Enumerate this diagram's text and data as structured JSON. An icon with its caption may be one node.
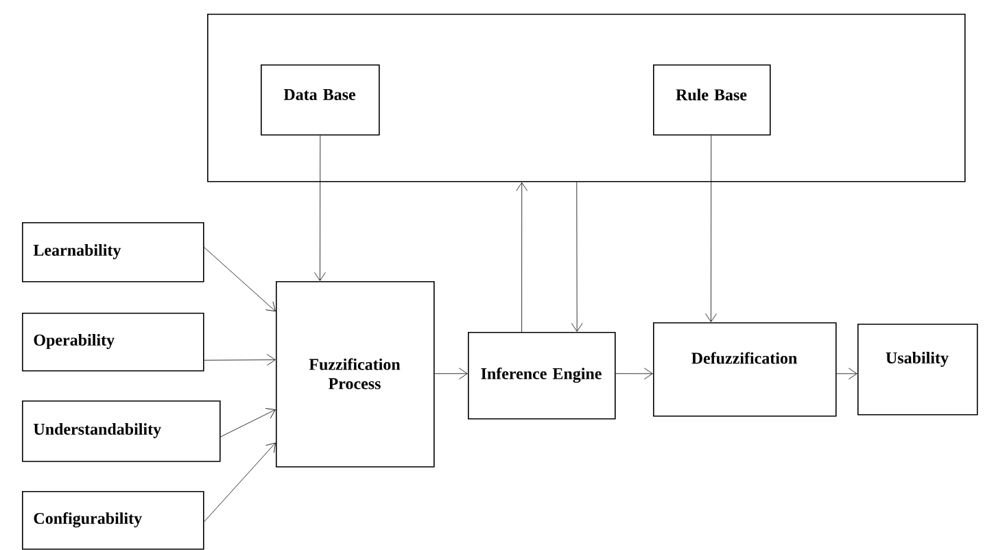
{
  "diagram": {
    "nodes": [
      {
        "text": [],
        "shape": "box"
      },
      {
        "text": [
          "Data Base"
        ],
        "in": 0
      },
      {
        "text": [
          "Rule Base"
        ],
        "in": 0
      },
      {
        "text": [
          "Learnability"
        ]
      },
      {
        "text": [
          "Operability"
        ]
      },
      {
        "text": [
          "Understandability"
        ]
      },
      {
        "text": [
          "Configurability"
        ]
      },
      {
        "text": [
          "Fuzzification Process"
        ]
      },
      {
        "text": [
          "Inference Engine"
        ]
      },
      {
        "text": [
          "Defuzzification"
        ]
      },
      {
        "text": [
          "Usability"
        ]
      }
    ],
    "edges": [
      {
        "from": 1,
        "to": 7,
        "arrow": "to"
      },
      {
        "from": 2,
        "to": 9,
        "arrow": "to"
      },
      {
        "from": 8,
        "to": 0,
        "arrow": "to"
      },
      {
        "from": 0,
        "to": 8,
        "arrow": "to"
      },
      {
        "from": 3,
        "to": 7,
        "arrow": "to"
      },
      {
        "from": 4,
        "to": 7,
        "arrow": "to"
      },
      {
        "from": 5,
        "to": 7,
        "arrow": "to"
      },
      {
        "from": 6,
        "to": 7,
        "arrow": "to"
      },
      {
        "from": 7,
        "to": 8,
        "arrow": "to"
      },
      {
        "from": 8,
        "to": 9,
        "arrow": "to"
      },
      {
        "from": 9,
        "to": 10,
        "arrow": "to"
      }
    ]
  }
}
